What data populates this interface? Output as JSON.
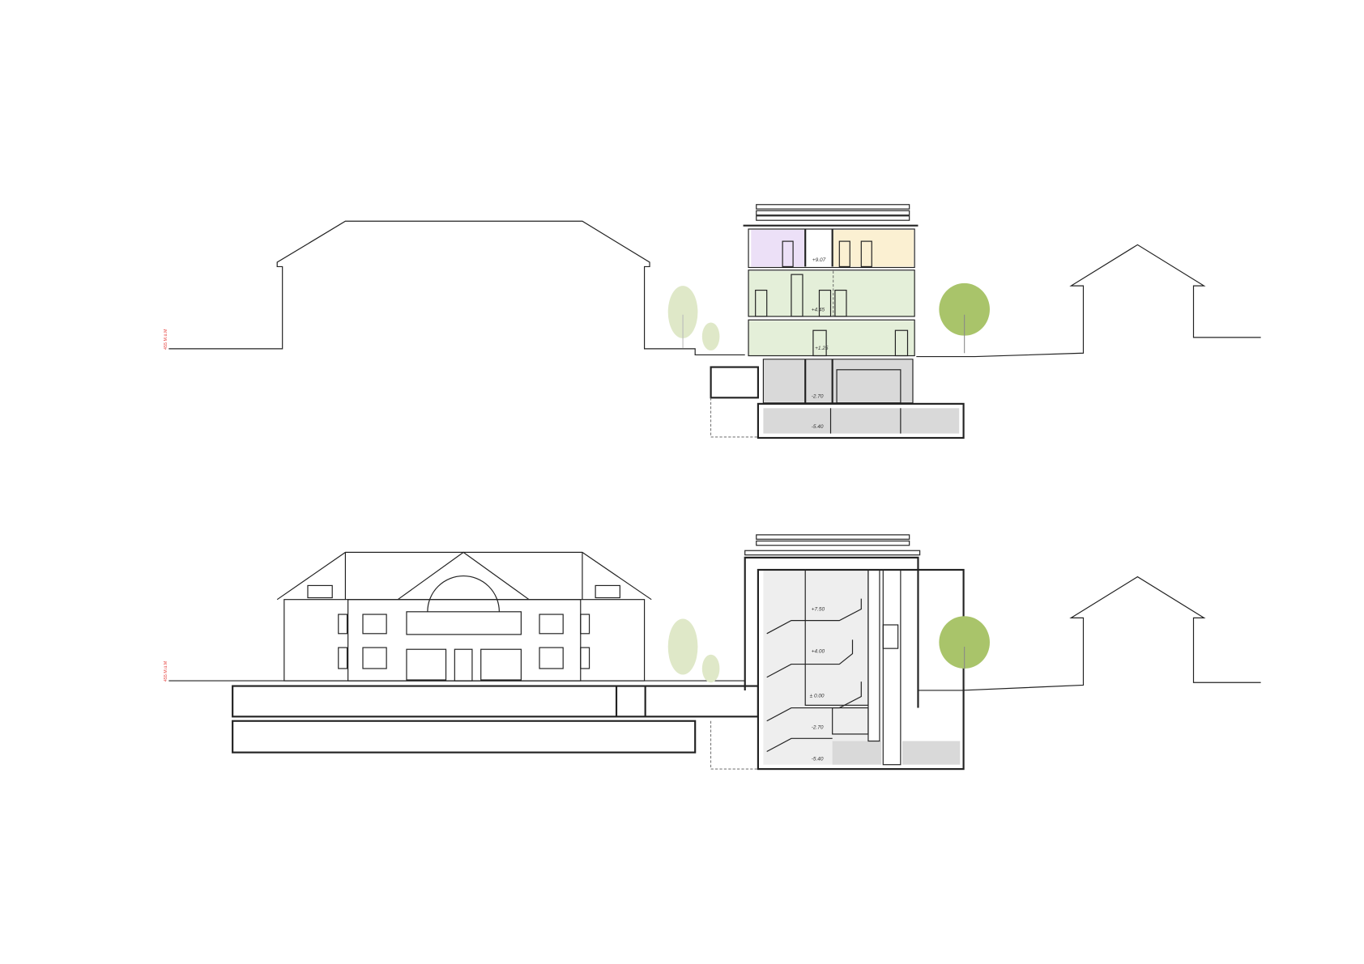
{
  "datum_label": "455 M.ü.M",
  "section": {
    "levels": [
      "+9.07",
      "+4.45",
      "+1.25",
      "-2.70",
      "-5.40"
    ]
  },
  "elevation": {
    "levels": [
      "+7.50",
      "+4.00",
      "± 0.00",
      "-2.70",
      "-5.40"
    ]
  },
  "colors": {
    "purple": "#ece0f7",
    "yellow": "#fbf0d2",
    "green": "#e4efd9",
    "grey": "#d9d9d9",
    "tree_light": "#dfe8c8",
    "tree": "#a9c46a",
    "datum": "#e53935"
  }
}
